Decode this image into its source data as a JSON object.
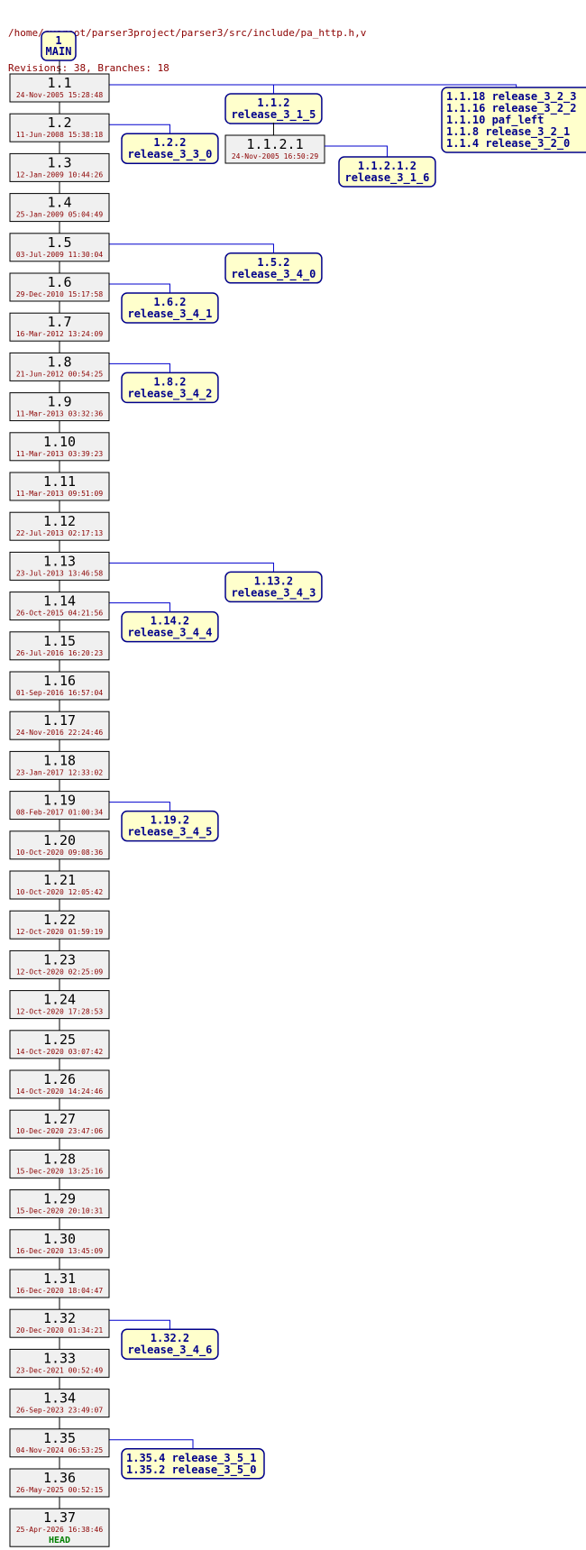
{
  "header": {
    "path": "/home/cvsroot/parser3project/parser3/src/include/pa_http.h,v",
    "summary": "Revisions: 38, Branches: 18"
  },
  "trunk": {
    "label": "1\nMAIN",
    "revisions": [
      {
        "rev": "1.1",
        "date": "24-Nov-2005 15:28:48"
      },
      {
        "rev": "1.2",
        "date": "11-Jun-2008 15:38:18"
      },
      {
        "rev": "1.3",
        "date": "12-Jan-2009 10:44:26"
      },
      {
        "rev": "1.4",
        "date": "25-Jan-2009 05:04:49"
      },
      {
        "rev": "1.5",
        "date": "03-Jul-2009 11:30:04"
      },
      {
        "rev": "1.6",
        "date": "29-Dec-2010 15:17:58"
      },
      {
        "rev": "1.7",
        "date": "16-Mar-2012 13:24:09"
      },
      {
        "rev": "1.8",
        "date": "21-Jun-2012 00:54:25"
      },
      {
        "rev": "1.9",
        "date": "11-Mar-2013 03:32:36"
      },
      {
        "rev": "1.10",
        "date": "11-Mar-2013 03:39:23"
      },
      {
        "rev": "1.11",
        "date": "11-Mar-2013 09:51:09"
      },
      {
        "rev": "1.12",
        "date": "22-Jul-2013 02:17:13"
      },
      {
        "rev": "1.13",
        "date": "23-Jul-2013 13:46:58"
      },
      {
        "rev": "1.14",
        "date": "26-Oct-2015 04:21:56"
      },
      {
        "rev": "1.15",
        "date": "26-Jul-2016 16:20:23"
      },
      {
        "rev": "1.16",
        "date": "01-Sep-2016 16:57:04"
      },
      {
        "rev": "1.17",
        "date": "24-Nov-2016 22:24:46"
      },
      {
        "rev": "1.18",
        "date": "23-Jan-2017 12:33:02"
      },
      {
        "rev": "1.19",
        "date": "08-Feb-2017 01:00:34"
      },
      {
        "rev": "1.20",
        "date": "10-Oct-2020 09:08:36"
      },
      {
        "rev": "1.21",
        "date": "10-Oct-2020 12:05:42"
      },
      {
        "rev": "1.22",
        "date": "12-Oct-2020 01:59:19"
      },
      {
        "rev": "1.23",
        "date": "12-Oct-2020 02:25:09"
      },
      {
        "rev": "1.24",
        "date": "12-Oct-2020 17:28:53"
      },
      {
        "rev": "1.25",
        "date": "14-Oct-2020 03:07:42"
      },
      {
        "rev": "1.26",
        "date": "14-Oct-2020 14:24:46"
      },
      {
        "rev": "1.27",
        "date": "10-Dec-2020 23:47:06"
      },
      {
        "rev": "1.28",
        "date": "15-Dec-2020 13:25:16"
      },
      {
        "rev": "1.29",
        "date": "15-Dec-2020 20:10:31"
      },
      {
        "rev": "1.30",
        "date": "16-Dec-2020 13:45:09"
      },
      {
        "rev": "1.31",
        "date": "16-Dec-2020 18:04:47"
      },
      {
        "rev": "1.32",
        "date": "20-Dec-2020 01:34:21"
      },
      {
        "rev": "1.33",
        "date": "23-Dec-2021 00:52:49"
      },
      {
        "rev": "1.34",
        "date": "26-Sep-2023 23:49:07"
      },
      {
        "rev": "1.35",
        "date": "04-Nov-2024 06:53:25"
      },
      {
        "rev": "1.36",
        "date": "26-May-2025 00:52:15"
      },
      {
        "rev": "1.37",
        "date": "25-Apr-2026 16:38:46",
        "tag": "HEAD"
      }
    ]
  },
  "branches": [
    {
      "from": "1.1",
      "lines": [
        "1.1.2",
        "release_3_1_5"
      ],
      "slot": "mid"
    },
    {
      "from": "1.1",
      "lines": [
        "1.1.18 release_3_2_3",
        "1.1.16 release_3_2_2",
        "1.1.10 paf_left",
        "  1.1.8 release_3_2_1",
        "  1.1.4 release_3_2_0"
      ],
      "slot": "far"
    },
    {
      "from": "1.2",
      "lines": [
        "1.2.2",
        "release_3_3_0"
      ],
      "slot": "near"
    },
    {
      "from": "1.5",
      "lines": [
        "1.5.2",
        "release_3_4_0"
      ],
      "slot": "mid"
    },
    {
      "from": "1.6",
      "lines": [
        "1.6.2",
        "release_3_4_1"
      ],
      "slot": "near"
    },
    {
      "from": "1.8",
      "lines": [
        "1.8.2",
        "release_3_4_2"
      ],
      "slot": "near"
    },
    {
      "from": "1.13",
      "lines": [
        "1.13.2",
        "release_3_4_3"
      ],
      "slot": "mid"
    },
    {
      "from": "1.14",
      "lines": [
        "1.14.2",
        "release_3_4_4"
      ],
      "slot": "near"
    },
    {
      "from": "1.19",
      "lines": [
        "1.19.2",
        "release_3_4_5"
      ],
      "slot": "near"
    },
    {
      "from": "1.32",
      "lines": [
        "1.32.2",
        "release_3_4_6"
      ],
      "slot": "near"
    },
    {
      "from": "1.35",
      "lines": [
        "1.35.4 release_3_5_1",
        "1.35.2 release_3_5_0"
      ],
      "slot": "wide"
    }
  ],
  "branch_revision": {
    "rev": "1.1.2.1",
    "date": "24-Nov-2005 16:50:29"
  },
  "sub_branch": {
    "lines": [
      "1.1.2.1.2",
      "release_3_1_6"
    ]
  },
  "colors": {
    "rev_fill": "#f0f0f0",
    "tag_fill": "#ffffcc",
    "tag_border": "#00008b",
    "tag_text": "#00008b",
    "date_text": "#8b0000",
    "branch_line": "#0000cd",
    "head_text": "#008000"
  }
}
